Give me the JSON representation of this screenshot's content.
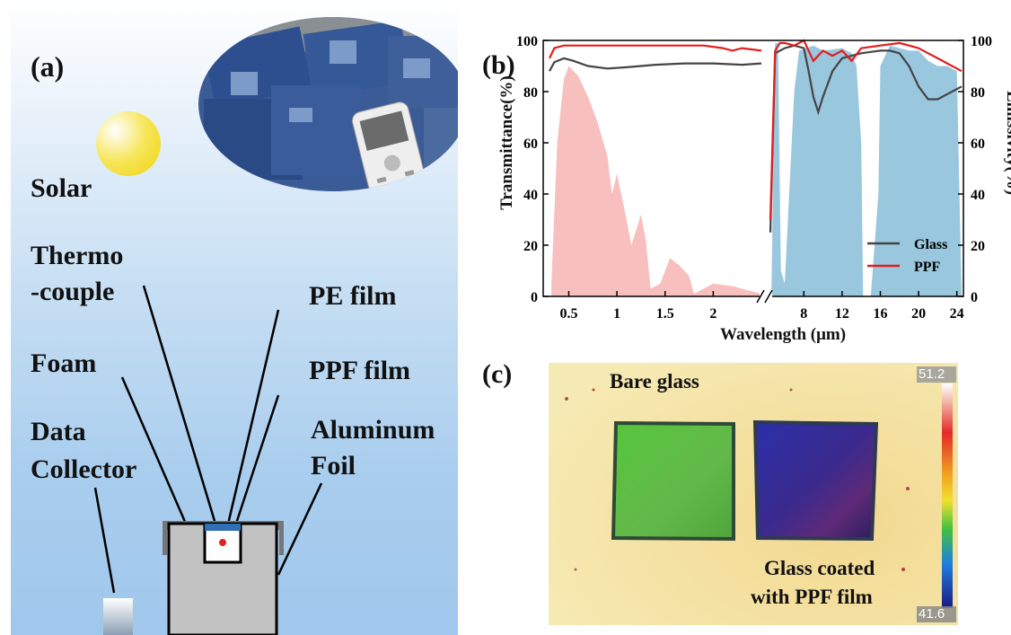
{
  "panel_a": {
    "label": "(a)",
    "solar": "Solar",
    "thermo_1": "Thermo",
    "thermo_2": "-couple",
    "pe_film": "PE film",
    "foam": "Foam",
    "ppf_film": "PPF film",
    "data_1": "Data",
    "data_2": "Collector",
    "alu_1": "Aluminum",
    "alu_2": "Foil",
    "colors": {
      "sky_top": "#ffffff",
      "sky_bottom": "#a0c7ec",
      "sun": "#f4e33a",
      "box": "#c2c2c2",
      "film": "#2f6fb4",
      "sensor": "#e32222"
    }
  },
  "panel_b": {
    "label": "(b)",
    "chart_data": {
      "type": "line",
      "xlabel": "Wavelength (μm)",
      "ylabel_left": "Transmittance(%)",
      "ylabel_right": "Emissivity(%)",
      "ylim": [
        0,
        100
      ],
      "y_ticks": [
        "0",
        "20",
        "40",
        "60",
        "80",
        "100"
      ],
      "x_ticks_left": [
        "0.5",
        "1",
        "1.5",
        "2"
      ],
      "x_ticks_right": [
        "8",
        "12",
        "16",
        "20",
        "24"
      ],
      "x_break": true,
      "segments": [
        {
          "x": [
            0.3,
            2.5
          ],
          "x_ticks": [
            0.5,
            1,
            1.5,
            2
          ]
        },
        {
          "x": [
            4.5,
            24.5
          ],
          "x_ticks": [
            8,
            12,
            16,
            20,
            24
          ]
        }
      ],
      "legend": [
        "Glass",
        "PPF"
      ],
      "legend_position": "bottom-right",
      "series": [
        {
          "name": "Glass",
          "color": "#444444",
          "segment": 0,
          "x": [
            0.3,
            0.35,
            0.45,
            0.55,
            0.7,
            0.9,
            1.1,
            1.4,
            1.7,
            2.0,
            2.3,
            2.5
          ],
          "y": [
            88,
            91.5,
            93,
            92,
            90,
            89,
            89.5,
            90.5,
            91,
            91,
            90.5,
            91
          ]
        },
        {
          "name": "Glass",
          "color": "#444444",
          "segment": 1,
          "x": [
            4.5,
            5,
            6,
            7,
            8,
            8.5,
            9,
            9.5,
            10,
            11,
            12,
            13,
            14,
            15,
            16,
            17,
            18,
            19,
            20,
            21,
            22,
            23,
            24,
            24.5
          ],
          "y": [
            25,
            95,
            97,
            98,
            97,
            88,
            78,
            72,
            78,
            88,
            93,
            94,
            95,
            95.5,
            96,
            96,
            95,
            90,
            82,
            77,
            77,
            79,
            81,
            82
          ]
        },
        {
          "name": "PPF",
          "color": "#e21e1e",
          "segment": 0,
          "x": [
            0.3,
            0.35,
            0.45,
            0.6,
            0.8,
            1.0,
            1.3,
            1.6,
            1.9,
            2.1,
            2.2,
            2.3,
            2.5
          ],
          "y": [
            93,
            97,
            98,
            98,
            98,
            98,
            98,
            98,
            98,
            97,
            96,
            97,
            96
          ]
        },
        {
          "name": "PPF",
          "color": "#e21e1e",
          "segment": 1,
          "x": [
            4.5,
            5,
            5.5,
            6,
            7,
            8,
            9,
            10,
            11,
            12,
            13,
            14,
            16,
            18,
            19,
            20,
            21,
            22,
            23,
            24,
            24.5
          ],
          "y": [
            30,
            96,
            99,
            99,
            98,
            100,
            92,
            96,
            94,
            96,
            92,
            97,
            98,
            99,
            98,
            97,
            95,
            93,
            91,
            89,
            88
          ]
        }
      ],
      "fill_colors": {
        "solar": "#f7b4b4",
        "atmosphere": "#8ec1da"
      }
    }
  },
  "panel_c": {
    "label": "(c)",
    "bare_glass": "Bare glass",
    "coated_1": "Glass coated",
    "coated_2": "with PPF film",
    "scale_max": "51.2",
    "scale_min": "41.6",
    "colors": {
      "background": "#f3e4a6",
      "green_sample": "#5cc23f",
      "blue_sample": "#3a2790"
    }
  }
}
